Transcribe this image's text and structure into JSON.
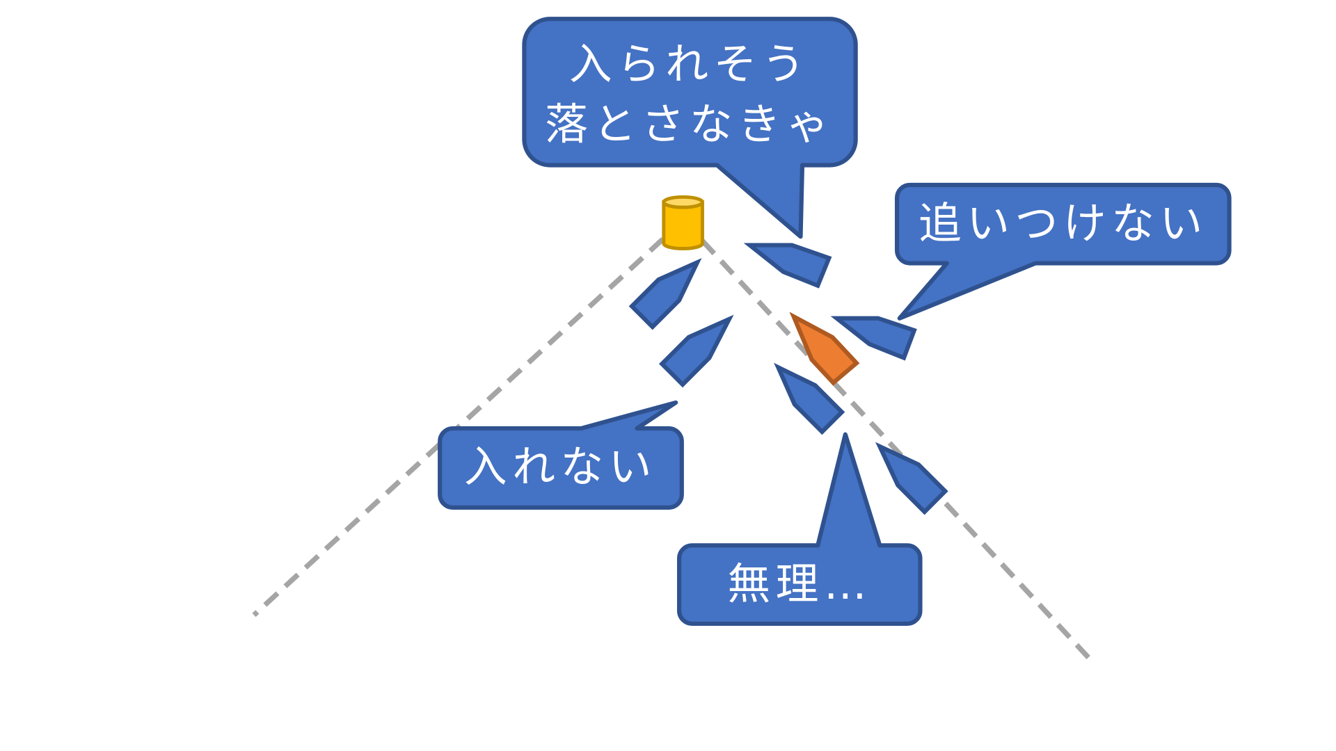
{
  "callouts": {
    "top": {
      "line1": "入られそう",
      "line2": "落とさなきゃ"
    },
    "right": {
      "text": "追いつけない"
    },
    "left": {
      "text": "入れない"
    },
    "bottom": {
      "text": "無理…"
    }
  },
  "colors": {
    "bubble": "#4472C4",
    "bubble_border": "#2F528F",
    "highlight": "#ED7D31",
    "target": "#FFC000",
    "dashed_line": "#A5A5A5"
  }
}
